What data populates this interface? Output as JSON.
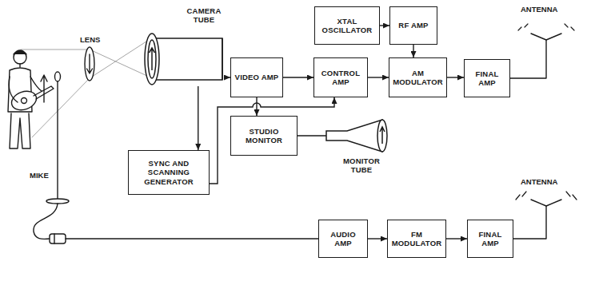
{
  "diagram": {
    "nodes": [
      {
        "text": [
          "XTAL OSCILLATOR"
        ]
      },
      {
        "text": [
          "RF AMP"
        ]
      },
      {
        "text": [
          "CAMERA TUBE"
        ]
      },
      {
        "text": [
          "VIDEO AMP"
        ]
      },
      {
        "text": [
          "CONTROL AMP"
        ]
      },
      {
        "text": [
          "AM MODULATOR"
        ]
      },
      {
        "text": [
          "FINAL AMP"
        ]
      },
      {
        "text": [
          "SYNC AND SCANNING GENERATOR"
        ]
      },
      {
        "text": [
          "STUDIO MONITOR"
        ]
      },
      {
        "text": [
          "MONITOR TUBE"
        ]
      },
      {
        "text": [
          "AUDIO AMP"
        ]
      },
      {
        "text": [
          "FM MODULATOR"
        ]
      },
      {
        "text": [
          "FINAL AMP"
        ]
      }
    ],
    "edges": [
      {
        "from": 0,
        "to": 1,
        "arrow": "to"
      },
      {
        "from": 1,
        "to": 5,
        "arrow": "to"
      },
      {
        "from": 2,
        "to": 3,
        "arrow": "to"
      },
      {
        "from": 2,
        "to": 7,
        "arrow": "to"
      },
      {
        "from": 3,
        "to": 4,
        "arrow": "to"
      },
      {
        "from": 4,
        "to": 5,
        "arrow": "to"
      },
      {
        "from": 5,
        "to": 6,
        "arrow": "to"
      },
      {
        "from": 3,
        "to": 8,
        "arrow": "to"
      },
      {
        "from": 8,
        "to": 9,
        "arrow": "none"
      },
      {
        "from": 7,
        "to": 4,
        "arrow": "to"
      },
      {
        "from": 10,
        "to": 11,
        "arrow": "to"
      },
      {
        "from": 11,
        "to": 12,
        "arrow": "to"
      }
    ],
    "labels": [
      "ANTENNA",
      "LENS",
      "ANTENNA",
      "MIKE"
    ]
  }
}
